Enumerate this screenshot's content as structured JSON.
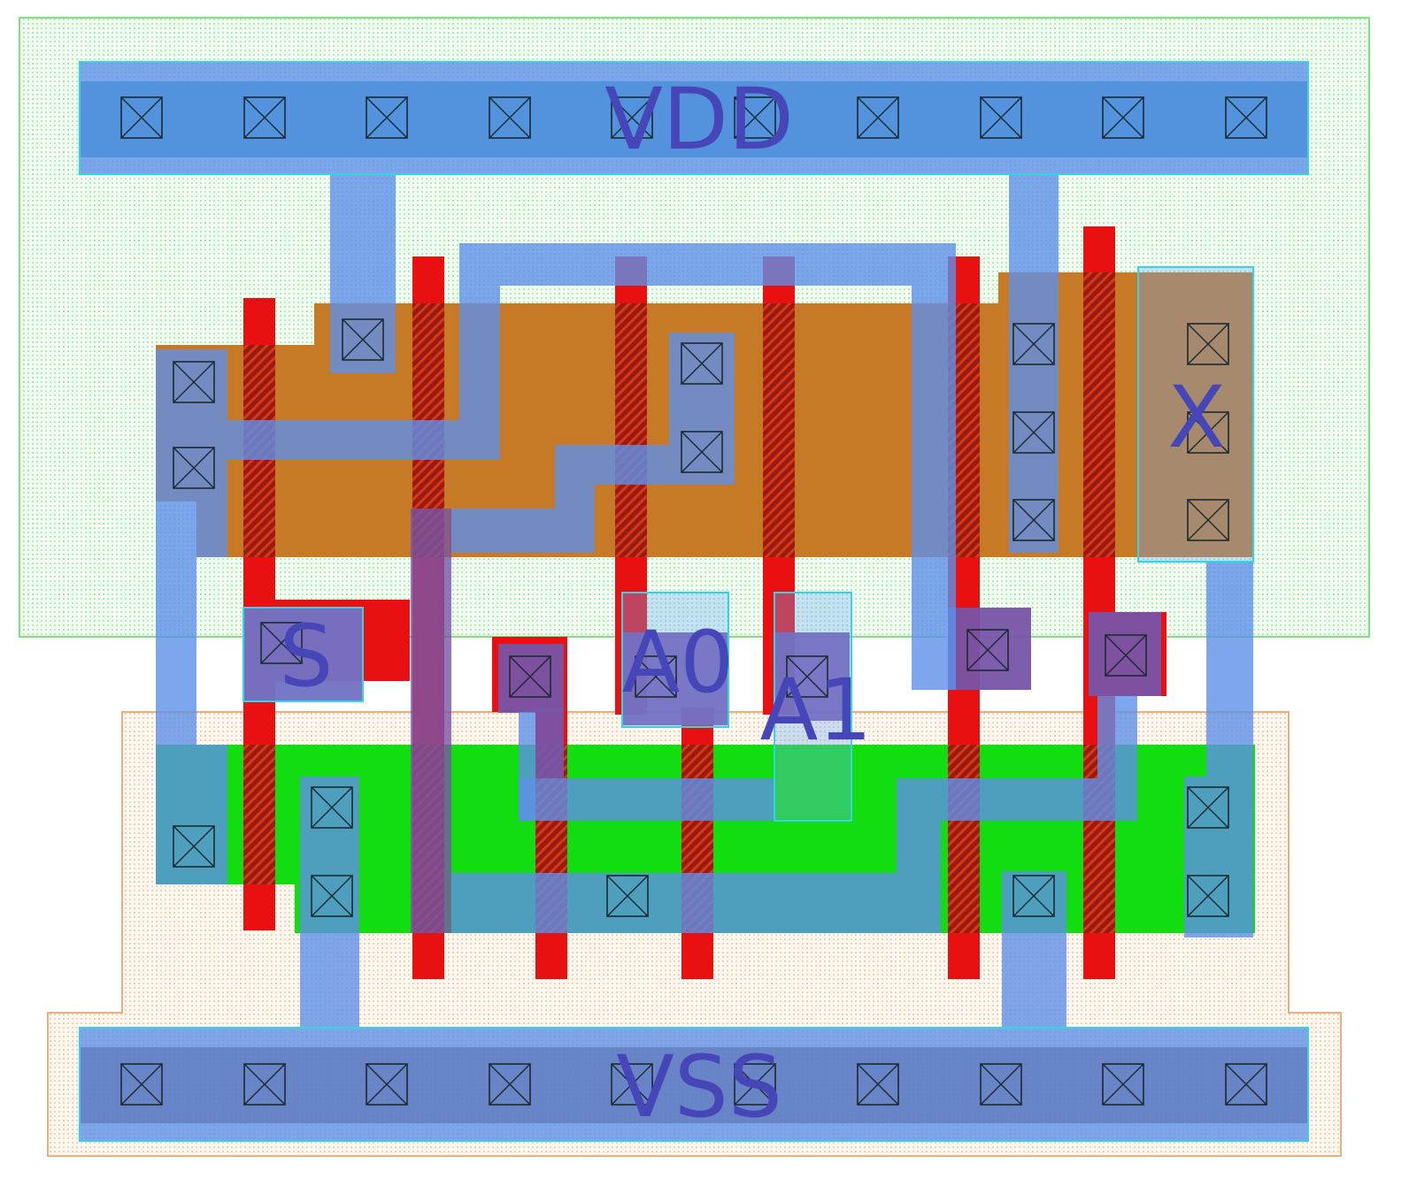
{
  "cell": {
    "labels": {
      "vdd": "VDD",
      "vss": "VSS",
      "s": "S",
      "a0": "A0",
      "a1": "A1",
      "x": "X"
    }
  },
  "colors": {
    "nwell": "#e8fbe8",
    "pwell": "#fdf1e6",
    "pdiff": "#c67a26",
    "ndiff": "#11dd11",
    "poly": "#e81010",
    "local_interconnect": "#7755a8",
    "metal": "#6ea8f5",
    "label": "#4646b8"
  }
}
